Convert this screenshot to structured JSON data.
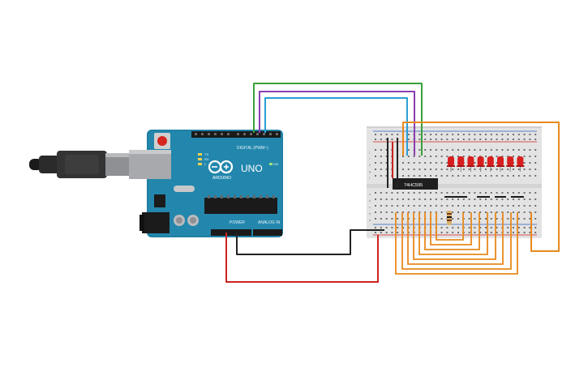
{
  "arduino": {
    "brand": "ARDUINO",
    "model": "UNO",
    "digital_header": "DIGITAL (PWM~)",
    "power_header": "POWER",
    "analog_header": "ANALOG IN",
    "on_label": "ON",
    "tx_label": "TX",
    "rx_label": "RX",
    "l_label": "L"
  },
  "chip": {
    "label": "74HC595"
  },
  "breadboard": {
    "row_letters_top": [
      "j",
      "i",
      "h",
      "g",
      "f"
    ],
    "row_letters_bottom": [
      "e",
      "d",
      "c",
      "b",
      "a"
    ]
  },
  "leds": {
    "count": 8,
    "color": "#d81e1e"
  },
  "wires": {
    "green": "#3aa13a",
    "purple": "#8b3fb0",
    "cyan": "#2a9fd6",
    "orange": "#e8891c",
    "black": "#222222",
    "red": "#cc2222"
  }
}
